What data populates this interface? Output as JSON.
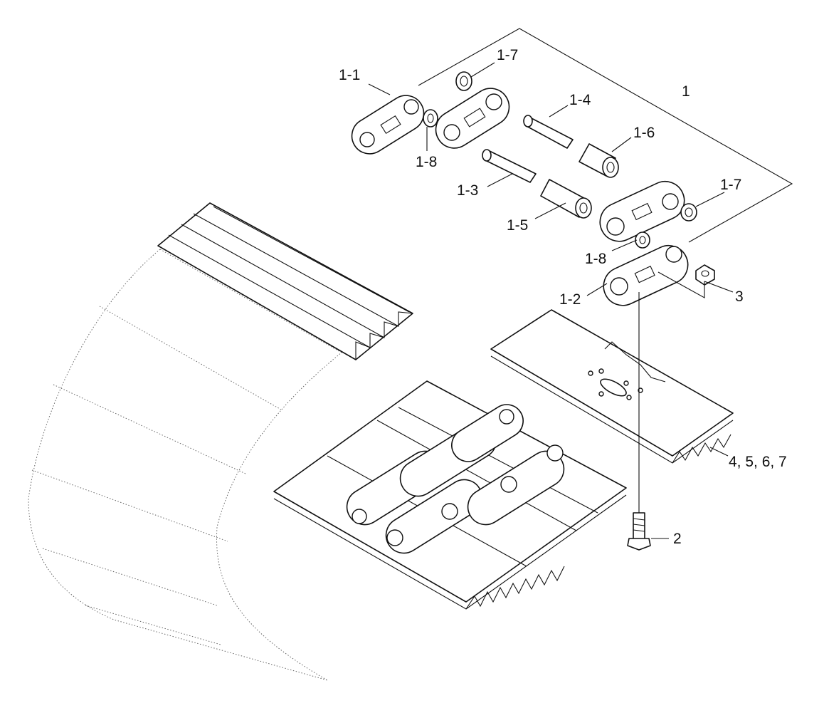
{
  "labels": {
    "l1": "1",
    "l1_1": "1-1",
    "l1_2": "1-2",
    "l1_3": "1-3",
    "l1_4": "1-4",
    "l1_5": "1-5",
    "l1_6": "1-6",
    "l1_7a": "1-7",
    "l1_7b": "1-7",
    "l1_8a": "1-8",
    "l1_8b": "1-8",
    "l2": "2",
    "l3": "3",
    "l4567": "4, 5, 6, 7"
  }
}
